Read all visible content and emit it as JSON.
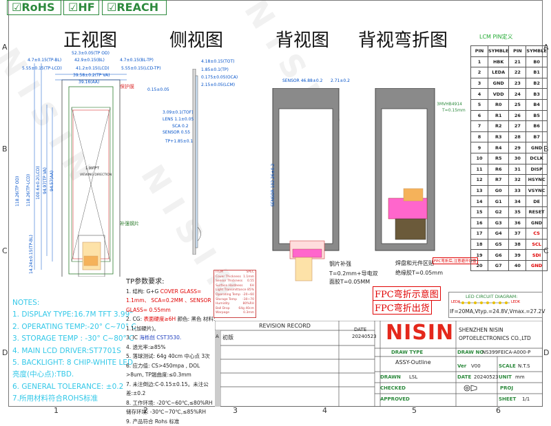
{
  "certs": [
    "RoHS",
    "HF",
    "REACH"
  ],
  "watermark": "NISIN",
  "view_titles": {
    "front": "正视图",
    "side": "侧视图",
    "back": "背视图",
    "back_bent": "背视弯折图"
  },
  "front_dims": {
    "tp_bl": "4.7±0.15(TP-BL)",
    "tp_total": "52.3±0.05(TP OD)",
    "tp_br": "4.7±0.15(BL-TP)",
    "bl": "42.9±0.15(BL)",
    "tp_lcd_l": "5.55±0.15(TP-LCD)",
    "lcd": "41.2±0.15(LCD)",
    "lcd_tp_r": "5.55±0.15(LCD-TP)",
    "tp_va": "39.58±0.2(TP VA)",
    "aa": "39.16(AA)",
    "protect_film": "保护膜",
    "v1": "118.26(TP-LCD)",
    "v2": "94.57(AA)",
    "v3": "94.97(TP VA)",
    "v4": "100.6±0.2(LCD)",
    "v5": "118.26(TP OD)",
    "v6": "14.24±0.15(TP-BL)",
    "center_label": "1.99TFT",
    "center_sub": "VIEWING DIRECTION",
    "stiffener": "补强钢片"
  },
  "side_dims": {
    "total": "4.18±0.15(TOT)",
    "tp": "1.85±0.1(TP)",
    "oca": "0.175±0.05(OCA)",
    "lcm": "2.15±0.05(LCM)",
    "gap": "0.15±0.05",
    "tof": "3.09±0.1(TOF)",
    "lens": "LENS 1.1±0.05",
    "sca": "SCA 0.2",
    "sensor": "SENSOR 0.55",
    "fpc": "TP+1.85±0.1"
  },
  "back_dims": {
    "sensor_w": "SENSOR 46.88±0.2",
    "w2": "2.71±0.2",
    "sensor_h": "SENSOR 102.26±0.2",
    "tape": "3MVHB4914",
    "tape_t": "T=0.15mm",
    "stiffener_note": "钢片补强",
    "stiffener_t1": "T=0.2mm+导电双",
    "stiffener_t2": "面胶T=0.05MM",
    "solder": "焊盘和元件区贴",
    "solder_t": "绝缘胶T=0.05mm",
    "bend_note": "FPC弯折后,注意避开焊盘"
  },
  "pin_table": {
    "title": "LCM PIN定义",
    "headers": [
      "PIN",
      "SYMBLE",
      "PIN",
      "SYMBLE"
    ],
    "rows": [
      [
        "1",
        "HBK",
        "21",
        "B0"
      ],
      [
        "2",
        "LEDA",
        "22",
        "B1"
      ],
      [
        "3",
        "GND",
        "23",
        "B2"
      ],
      [
        "4",
        "VDD",
        "24",
        "B3"
      ],
      [
        "5",
        "R0",
        "25",
        "B4"
      ],
      [
        "6",
        "R1",
        "26",
        "B5"
      ],
      [
        "7",
        "R2",
        "27",
        "B6"
      ],
      [
        "8",
        "R3",
        "28",
        "B7"
      ],
      [
        "9",
        "R4",
        "29",
        "GND"
      ],
      [
        "10",
        "R5",
        "30",
        "DCLK"
      ],
      [
        "11",
        "R6",
        "31",
        "DISP"
      ],
      [
        "12",
        "R7",
        "32",
        "HSYNC"
      ],
      [
        "13",
        "G0",
        "33",
        "VSYNC"
      ],
      [
        "14",
        "G1",
        "34",
        "DE"
      ],
      [
        "15",
        "G2",
        "35",
        "RESET"
      ],
      [
        "16",
        "G3",
        "36",
        "GND"
      ],
      [
        "17",
        "G4",
        "37",
        "CS"
      ],
      [
        "18",
        "G5",
        "38",
        "SCL"
      ],
      [
        "19",
        "G6",
        "39",
        "SDI"
      ],
      [
        "20",
        "G7",
        "40",
        "GND"
      ]
    ],
    "red_pins": [
      "CS",
      "SCL",
      "SDI",
      "GND40"
    ]
  },
  "led": {
    "title": "LED CIRCUIT DIAGRAM:",
    "leda": "LEDA",
    "ledk": "LEDK",
    "spec": "IF=20MA,Vtyp.=24.8V,Vmax.=27.2V"
  },
  "notes": [
    "NOTES:",
    "1. DISPLAY TYPE:16.7M TFT 3.99\"",
    "2. OPERATING TEMP:-20° C~70° C",
    "3. STORAGE TEMP : -30° C~80° C",
    "4. MAIN LCD DRIVER:ST7701S",
    "5. BACKLIGHT: 8 CHIP-WHITE LED",
    "亮度(中心点):TBD.",
    "6. GENERAL TOLERANCE: ±0.2",
    "7.所用材料符合ROHS标准"
  ],
  "tp_spec": {
    "title": "TP参数要求:",
    "l1a": "1. 结构: G+G  ",
    "l1b": "COVER GLASS=",
    "l1c": "1.1mm、 SCA=0.2MM 、SENSOR",
    "l1d": "GLASS= 0.55mm",
    "l2a": "2. CG: ",
    "l2b": "表面硬度≥6H",
    "l2c": "颜色: 黑色",
    "l2d": "材料:",
    "l2e": "1.1(加硬片)。",
    "l3a": "3. IC  ",
    "l3b": "海栎创 CST3530.",
    "l4": "4. 透光率:≥85%",
    "l5": "5. 落球测试:  64g 40cm  中心点 3次",
    "l6": "6. 应力值:  CS>450mpa , DOL",
    ">8um, TP翘曲度:≤0.3mm": "",
    "l6b": ">8um, TP翘曲度:≤0.3mm",
    "l7": "7. 未注倒边:C-0.15±0.15。未注公",
    "l7b": "差:±0.2",
    "l8": "8. 工作环境:  -20℃~60℃,≤80%RH",
    "l8b": "储存环境: -30℃~70℃,≤85%RH",
    "l9": "9. 产品符合 Rohs 标准"
  },
  "reliability_rows": [
    [
      "Cover Thickness",
      "1.1mm"
    ],
    [
      "Sensor Thickness",
      "0.55"
    ],
    [
      "Surface Hardness",
      "6H"
    ],
    [
      "Light Transmittance",
      "85%"
    ],
    [
      "Operating Temp",
      "-20~60"
    ],
    [
      "Storage Temp",
      "-30~70"
    ],
    [
      "Humidity",
      "80%RH"
    ],
    [
      "Ball Drop",
      "64g 40cm"
    ],
    [
      "Warpage",
      "0.3mm"
    ]
  ],
  "reliability_header": [
    "ITEM",
    "SPEC"
  ],
  "fpc_bend_note": "FPC弯折示意图",
  "fpc_ship_note": "FPC弯折出货",
  "title_block": {
    "revision_record": "REVISION RECORD",
    "date": "DATE",
    "rev_label": "A",
    "rev_desc": "初版",
    "rev_date": "20240523",
    "draw_type_label": "DRAW TYPE",
    "draw_type": "ASSY-Outline",
    "drawn_label": "DRAWN",
    "drawn": "LSL",
    "checked_label": "CHECKED",
    "approved_label": "APPROVED",
    "company_logo": "NISIN",
    "company_cn": "SHENZHEN NISIN",
    "company_en": "OPTOELECTRONICS CO.,LTD",
    "draw_no_label": "DRAW NO",
    "draw_no": "NS399FEICA-A000-P",
    "ver_label": "Ver",
    "ver": "V00",
    "scale_label": "SCALE",
    "scale": "N.T.S",
    "date_label": "DATE",
    "date_val": "20240523",
    "unit_label": "UNIT",
    "unit": "mm",
    "proj_label": "PROJ",
    "sheet_label": "SHEET",
    "sheet": "1/1"
  },
  "row_marks": [
    "A",
    "B",
    "C",
    "D"
  ],
  "col_marks": [
    "1",
    "2",
    "3",
    "4",
    "5",
    "6"
  ]
}
